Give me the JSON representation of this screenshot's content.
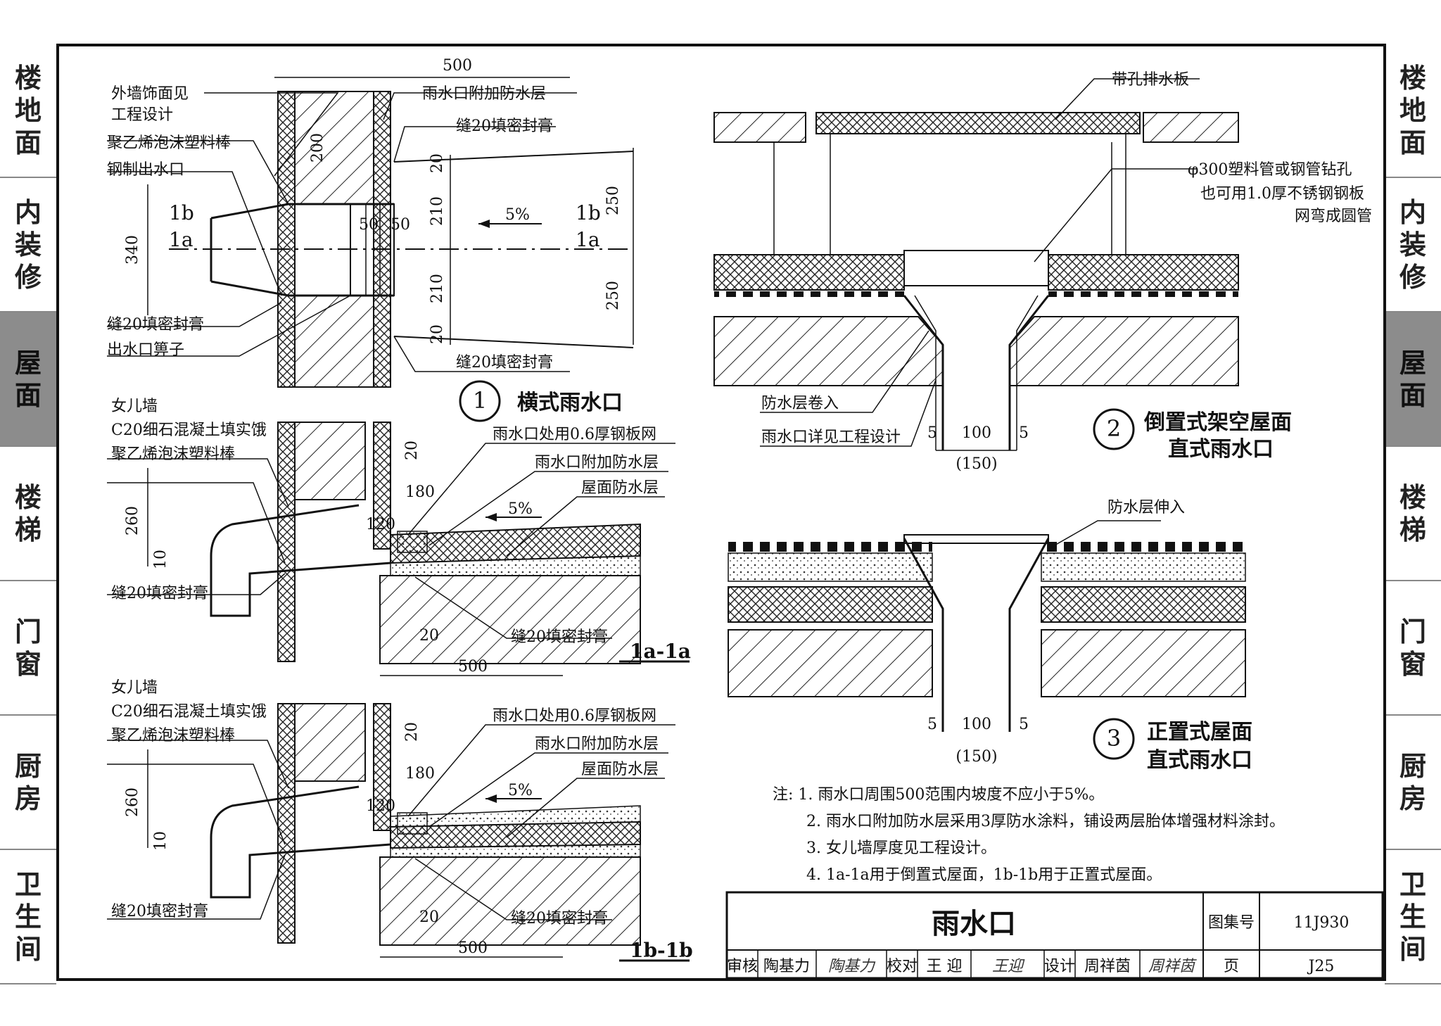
{
  "tabs_left": [
    {
      "chars": [
        "楼",
        "地",
        "面"
      ],
      "active": false
    },
    {
      "chars": [
        "内",
        "装",
        "修"
      ],
      "active": false
    },
    {
      "chars": [
        "屋",
        "面"
      ],
      "active": true
    },
    {
      "chars": [
        "楼",
        "梯"
      ],
      "active": false
    },
    {
      "chars": [
        "门",
        "窗"
      ],
      "active": false
    },
    {
      "chars": [
        "厨",
        "房"
      ],
      "active": false
    },
    {
      "chars": [
        "卫",
        "生",
        "间"
      ],
      "active": false
    }
  ],
  "tabs_right": [
    {
      "chars": [
        "楼",
        "地",
        "面"
      ],
      "active": false
    },
    {
      "chars": [
        "内",
        "装",
        "修"
      ],
      "active": false
    },
    {
      "chars": [
        "屋",
        "面"
      ],
      "active": true
    },
    {
      "chars": [
        "楼",
        "梯"
      ],
      "active": false
    },
    {
      "chars": [
        "门",
        "窗"
      ],
      "active": false
    },
    {
      "chars": [
        "厨",
        "房"
      ],
      "active": false
    },
    {
      "chars": [
        "卫",
        "生",
        "间"
      ],
      "active": false
    }
  ],
  "detail1": {
    "num": "1",
    "title": "横式雨水口",
    "dim_top": "500",
    "dim_200": "200",
    "dim_340": "340",
    "dim_250a": "250",
    "dim_250b": "250",
    "dim_20a": "20",
    "dim_20b": "20",
    "dim_210a": "210",
    "dim_210b": "210",
    "dim_50a": "50",
    "dim_50b": "50",
    "slope": "5%",
    "sec_1b_left": "1b",
    "sec_1a_left": "1a",
    "sec_1b_right": "1b",
    "sec_1a_right": "1a",
    "label_wall_finish_1": "外墙饰面见",
    "label_wall_finish_2": "工程设计",
    "label_foam_rod": "聚乙烯泡沫塑料棒",
    "label_steel_outlet": "钢制出水口",
    "label_seal_a": "缝20填密封膏",
    "label_grate": "出水口箅子",
    "label_extra_wp": "雨水口附加防水层",
    "label_seal_b": "缝20填密封膏",
    "label_seal_c": "缝20填密封膏"
  },
  "section_a": {
    "name": "1a-1a",
    "label_parapet": "女儿墙",
    "label_c20": "C20细石混凝土填实饿",
    "label_foam": "聚乙烯泡沫塑料棒",
    "label_mesh": "雨水口处用0.6厚钢板网",
    "label_extra_wp": "雨水口附加防水层",
    "label_roof_wp": "屋面防水层",
    "label_seal_a": "缝20填密封膏",
    "label_seal_b": "缝20填密封膏",
    "dim_260": "260",
    "dim_10": "10",
    "dim_20a": "20",
    "dim_180": "180",
    "dim_120": "120",
    "dim_20b": "20",
    "dim_500": "500",
    "slope": "5%"
  },
  "section_b": {
    "name": "1b-1b",
    "label_parapet": "女儿墙",
    "label_c20": "C20细石混凝土填实饿",
    "label_foam": "聚乙烯泡沫塑料棒",
    "label_mesh": "雨水口处用0.6厚钢板网",
    "label_extra_wp": "雨水口附加防水层",
    "label_roof_wp": "屋面防水层",
    "label_seal_a": "缝20填密封膏",
    "label_seal_b": "缝20填密封膏",
    "dim_260": "260",
    "dim_10": "10",
    "dim_20a": "20",
    "dim_180": "180",
    "dim_120": "120",
    "dim_20b": "20",
    "dim_500": "500",
    "slope": "5%"
  },
  "detail2": {
    "num": "2",
    "title_1": "倒置式架空屋面",
    "title_2": "直式雨水口",
    "label_board": "带孔排水板",
    "label_pipe_1": "φ300塑料管或钢管钻孔",
    "label_pipe_2": "也可用1.0厚不锈钢钢板",
    "label_pipe_3": "网弯成圆管",
    "label_roll_in": "防水层卷入",
    "label_see_design": "雨水口详见工程设计",
    "dim_5a": "5",
    "dim_100": "100",
    "dim_5b": "5",
    "dim_150": "(150)"
  },
  "detail3": {
    "num": "3",
    "title_1": "正置式屋面",
    "title_2": "直式雨水口",
    "label_extend": "防水层伸入",
    "dim_5a": "5",
    "dim_100": "100",
    "dim_5b": "5",
    "dim_150": "(150)"
  },
  "notes": [
    "注: 1. 雨水口周围500范围内坡度不应小于5%。",
    "2. 雨水口附加防水层采用3厚防水涂料，铺设两层胎体增强材料涂封。",
    "3. 女儿墙厚度见工程设计。",
    "4. 1a-1a用于倒置式屋面，1b-1b用于正置式屋面。"
  ],
  "title_block": {
    "title": "雨水口",
    "atlas_label": "图集号",
    "atlas_no": "11J930",
    "page_label": "页",
    "page_no": "J25",
    "review_label": "审核",
    "reviewer": "陶基力",
    "reviewer_sig": "陶基力",
    "check_label": "校对",
    "checker": "王 迎",
    "checker_sig": "王迎",
    "design_label": "设计",
    "designer": "周祥茵",
    "designer_sig": "周祥茵"
  }
}
